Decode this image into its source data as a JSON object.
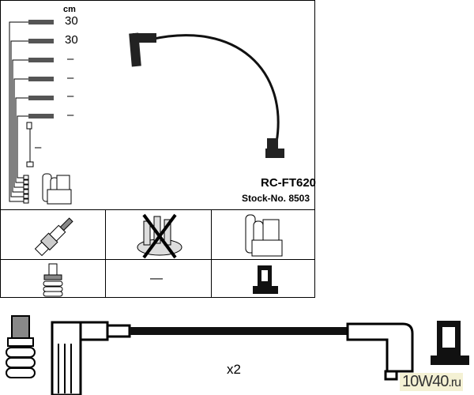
{
  "legend": {
    "unit": "cm",
    "lengths": [
      "30",
      "30",
      "–",
      "–",
      "–",
      "–"
    ],
    "coil_lead_length": "–"
  },
  "product": {
    "model": "RC-FT620",
    "stock_label": "Stock-No. 8503"
  },
  "compat_grid": {
    "distributor_cap": "not-applicable",
    "row2_middle": "—"
  },
  "bottom": {
    "quantity": "x2"
  },
  "watermark": {
    "main": "10W40",
    "suffix": ".ru"
  }
}
